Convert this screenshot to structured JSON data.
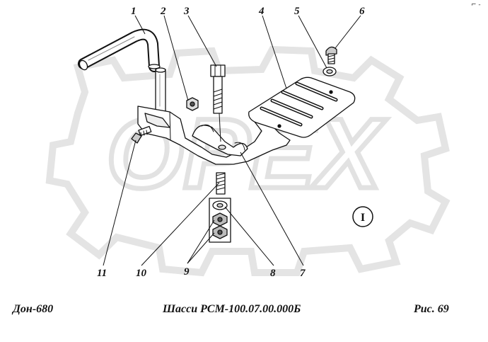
{
  "diagram": {
    "callouts": [
      {
        "id": "1",
        "label": "1"
      },
      {
        "id": "2",
        "label": "2"
      },
      {
        "id": "3",
        "label": "3"
      },
      {
        "id": "4",
        "label": "4"
      },
      {
        "id": "5",
        "label": "5"
      },
      {
        "id": "6",
        "label": "6"
      },
      {
        "id": "7",
        "label": "7"
      },
      {
        "id": "8",
        "label": "8"
      },
      {
        "id": "9",
        "label": "9"
      },
      {
        "id": "10",
        "label": "10"
      },
      {
        "id": "11",
        "label": "11"
      }
    ],
    "view_marker": "I",
    "watermark_text": "OPEX",
    "watermark_color": "#e6e6e6",
    "line_color": "#111111"
  },
  "footer": {
    "left": "Дон-680",
    "center": "Шасси РСМ-100.07.00.000Б",
    "right": "Рис.  69"
  },
  "corner_mark": "⌐ -"
}
